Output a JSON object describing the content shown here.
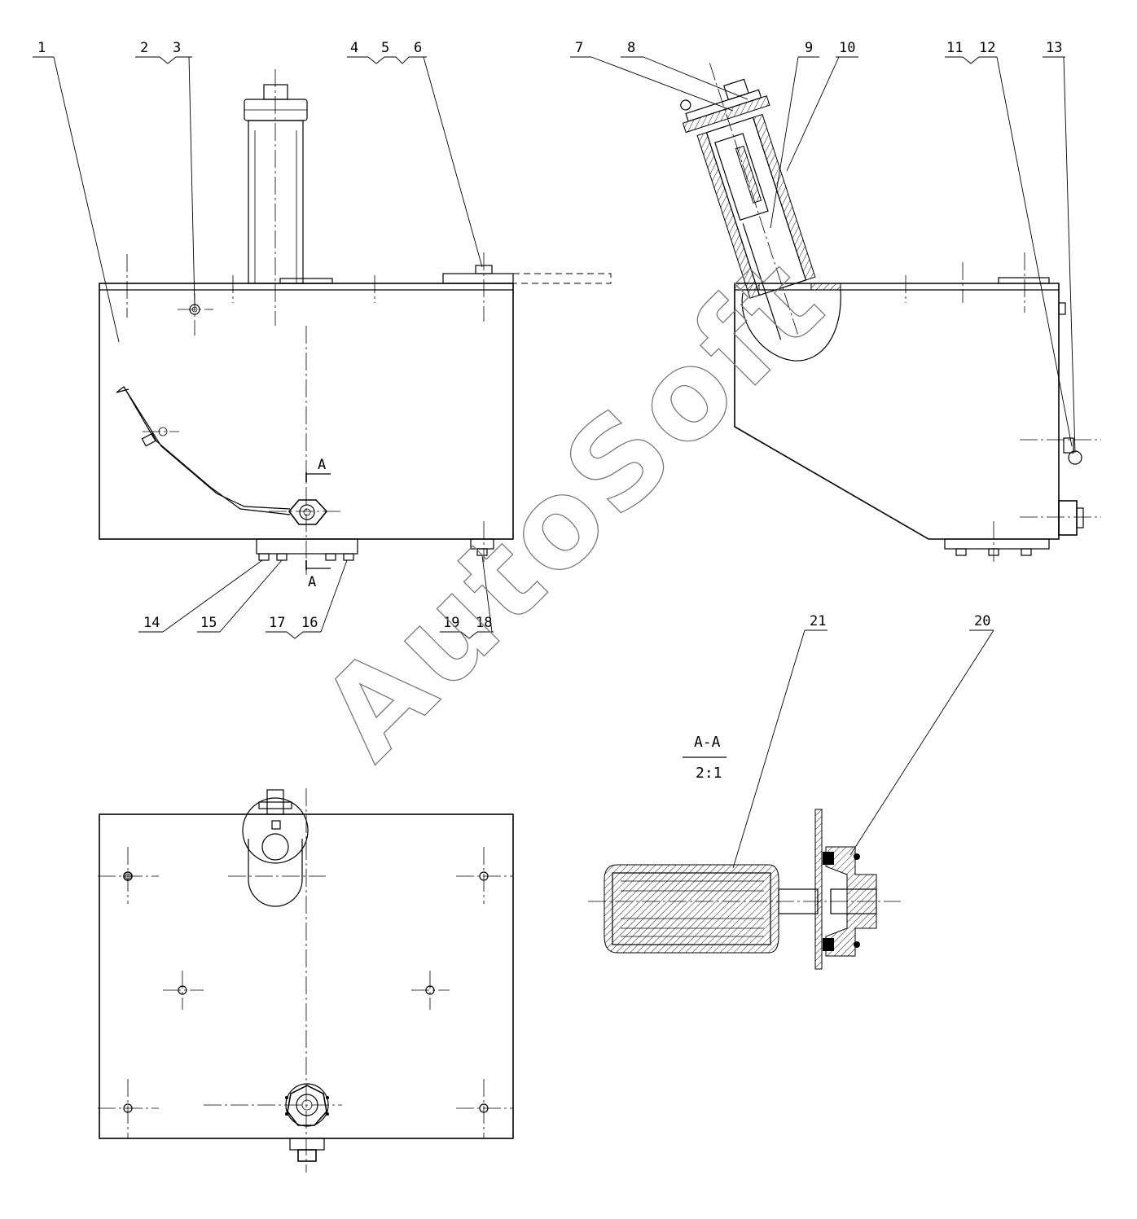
{
  "callouts": {
    "c1": "1",
    "c2": "2",
    "c3": "3",
    "c4": "4",
    "c5": "5",
    "c6": "6",
    "c7": "7",
    "c8": "8",
    "c9": "9",
    "c10": "10",
    "c11": "11",
    "c12": "12",
    "c13": "13",
    "c14": "14",
    "c15": "15",
    "c16": "16",
    "c17": "17",
    "c18": "18",
    "c19": "19",
    "c20": "20",
    "c21": "21"
  },
  "section": {
    "cut_mark": "A",
    "title": "A-A",
    "scale": "2:1"
  },
  "watermark": "AutoSoft"
}
